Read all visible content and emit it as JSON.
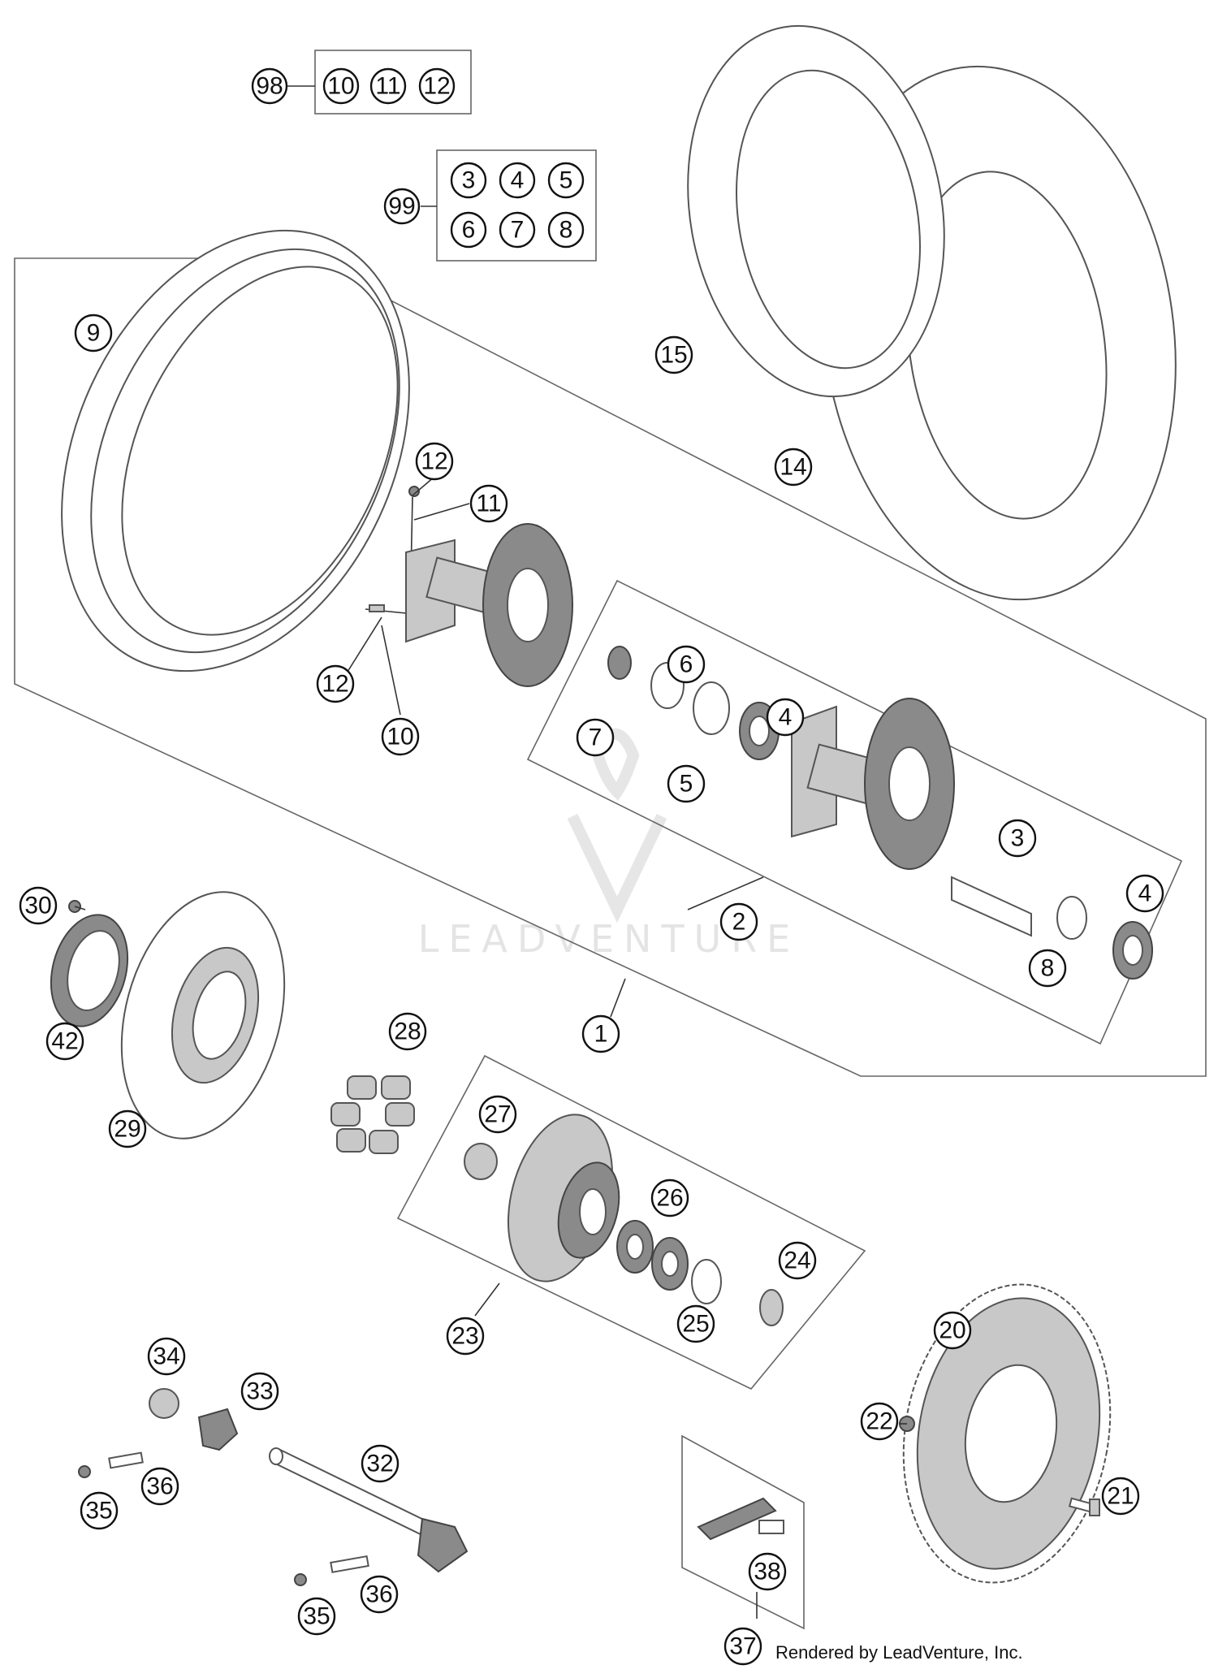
{
  "kit_groups": {
    "kit_98": {
      "number": "98",
      "members": [
        "10",
        "11",
        "12"
      ]
    },
    "kit_99": {
      "number": "99",
      "members": [
        "3",
        "4",
        "5",
        "6",
        "7",
        "8"
      ]
    }
  },
  "callouts": [
    {
      "id": "9",
      "label": "9"
    },
    {
      "id": "15",
      "label": "15"
    },
    {
      "id": "14",
      "label": "14"
    },
    {
      "id": "12a",
      "label": "12"
    },
    {
      "id": "11",
      "label": "11"
    },
    {
      "id": "12b",
      "label": "12"
    },
    {
      "id": "10",
      "label": "10"
    },
    {
      "id": "6",
      "label": "6"
    },
    {
      "id": "7",
      "label": "7"
    },
    {
      "id": "4a",
      "label": "4"
    },
    {
      "id": "5",
      "label": "5"
    },
    {
      "id": "3",
      "label": "3"
    },
    {
      "id": "4b",
      "label": "4"
    },
    {
      "id": "2",
      "label": "2"
    },
    {
      "id": "8",
      "label": "8"
    },
    {
      "id": "1",
      "label": "1"
    },
    {
      "id": "30",
      "label": "30"
    },
    {
      "id": "42",
      "label": "42"
    },
    {
      "id": "29",
      "label": "29"
    },
    {
      "id": "28",
      "label": "28"
    },
    {
      "id": "27",
      "label": "27"
    },
    {
      "id": "26",
      "label": "26"
    },
    {
      "id": "24",
      "label": "24"
    },
    {
      "id": "25",
      "label": "25"
    },
    {
      "id": "23",
      "label": "23"
    },
    {
      "id": "20",
      "label": "20"
    },
    {
      "id": "22",
      "label": "22"
    },
    {
      "id": "21",
      "label": "21"
    },
    {
      "id": "34",
      "label": "34"
    },
    {
      "id": "33",
      "label": "33"
    },
    {
      "id": "32",
      "label": "32"
    },
    {
      "id": "35a",
      "label": "35"
    },
    {
      "id": "36a",
      "label": "36"
    },
    {
      "id": "35b",
      "label": "35"
    },
    {
      "id": "36b",
      "label": "36"
    },
    {
      "id": "38",
      "label": "38"
    },
    {
      "id": "37",
      "label": "37"
    }
  ],
  "watermark_text": "LEADVENTURE",
  "credit_text": "Rendered by LeadVenture, Inc."
}
